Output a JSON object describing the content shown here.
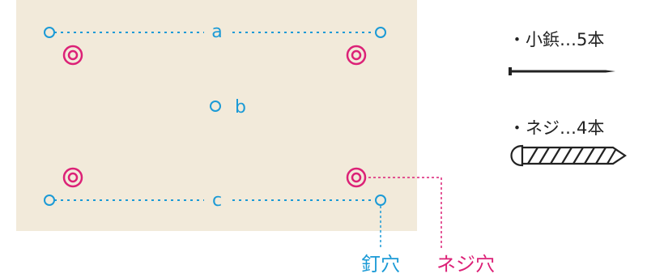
{
  "diagram": {
    "labels": {
      "a": "a",
      "b": "b",
      "c": "c"
    },
    "legend": {
      "nail_hole": "釘穴",
      "screw_hole": "ネジ穴"
    }
  },
  "materials": {
    "nails": "・小鋲…5本",
    "screws": "・ネジ…4本"
  },
  "colors": {
    "board": "#f2eada",
    "nail_blue": "#1b9ad6",
    "screw_magenta": "#dc2177",
    "text_dark": "#222222"
  }
}
